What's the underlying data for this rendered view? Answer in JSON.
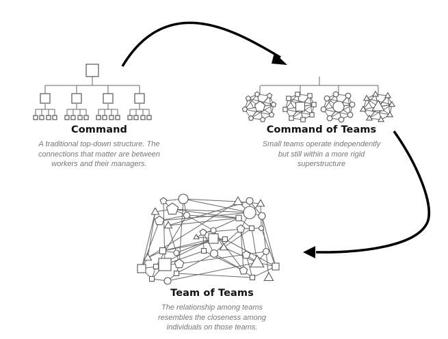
{
  "sections": {
    "command": {
      "title": "Command",
      "description": [
        "A traditional top-down structure. The",
        "connections that matter are between",
        "workers and their managers."
      ]
    },
    "command_of_teams": {
      "title": "Command of Teams",
      "description": [
        "Small teams operate independently",
        "but still within a more rigid",
        "superstructure"
      ],
      "teams": [
        "pentagon",
        "square",
        "circle",
        "triangle"
      ]
    },
    "team_of_teams": {
      "title": "Team of Teams",
      "description": [
        "The relationship among teams",
        "resembles the closeness among",
        "individuals on those teams."
      ]
    }
  },
  "arrows": [
    {
      "from": "command",
      "to": "command_of_teams"
    },
    {
      "from": "command_of_teams",
      "to": "team_of_teams"
    }
  ],
  "colors": {
    "node_stroke": "#555555",
    "edge_stroke": "#666666",
    "arrow": "#000000",
    "title": "#111111",
    "description": "#777777"
  }
}
